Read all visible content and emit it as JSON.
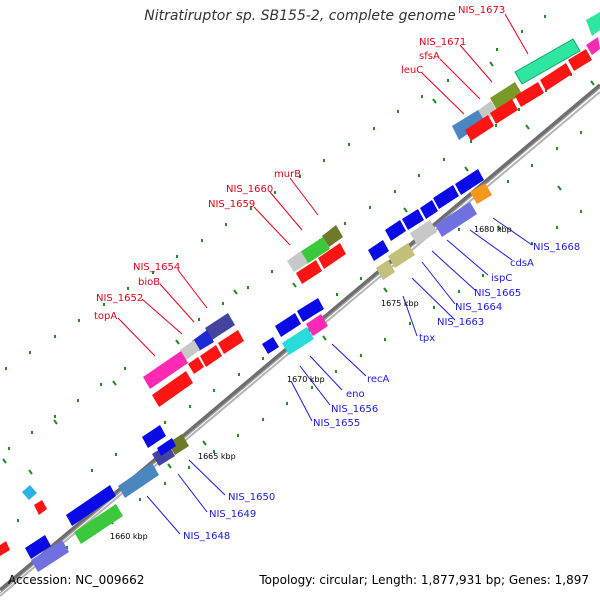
{
  "title": "Nitratiruptor sp. SB155-2, complete genome",
  "accession": "Accession: NC_009662",
  "summary": "Topology: circular; Length: 1,877,931 bp; Genes: 1,897",
  "scale_marks": [
    {
      "text": "1660 kbp",
      "color": "#000000"
    },
    {
      "text": "1665 kbp",
      "color": "#000000"
    },
    {
      "text": "1670 kbp",
      "color": "#000000"
    },
    {
      "text": "1675 kbp",
      "color": "#000000"
    },
    {
      "text": "1680 kbp",
      "color": "#000000"
    }
  ],
  "forward_labels": [
    {
      "text": "NIS_1673",
      "color": "#e4001a"
    },
    {
      "text": "NIS_1671",
      "color": "#e4001a"
    },
    {
      "text": "sfsA",
      "color": "#e4001a"
    },
    {
      "text": "leuC",
      "color": "#e4001a"
    },
    {
      "text": "murB",
      "color": "#e4001a"
    },
    {
      "text": "NIS_1660",
      "color": "#e4001a"
    },
    {
      "text": "NIS_1659",
      "color": "#e4001a"
    },
    {
      "text": "NIS_1654",
      "color": "#e4001a"
    },
    {
      "text": "bioB",
      "color": "#e4001a"
    },
    {
      "text": "NIS_1652",
      "color": "#e4001a"
    },
    {
      "text": "topA",
      "color": "#e4001a"
    }
  ],
  "reverse_labels": [
    {
      "text": "NIS_1668",
      "color": "#1a1adc"
    },
    {
      "text": "cdsA",
      "color": "#1a1adc"
    },
    {
      "text": "ispC",
      "color": "#1a1adc"
    },
    {
      "text": "NIS_1665",
      "color": "#1a1adc"
    },
    {
      "text": "NIS_1664",
      "color": "#1a1adc"
    },
    {
      "text": "NIS_1663",
      "color": "#1a1adc"
    },
    {
      "text": "tpx",
      "color": "#1a1adc"
    },
    {
      "text": "recA",
      "color": "#1a1adc"
    },
    {
      "text": "eno",
      "color": "#1a1adc"
    },
    {
      "text": "NIS_1656",
      "color": "#1a1adc"
    },
    {
      "text": "NIS_1655",
      "color": "#1a1adc"
    },
    {
      "text": "NIS_1650",
      "color": "#1a1adc"
    },
    {
      "text": "NIS_1649",
      "color": "#1a1adc"
    },
    {
      "text": "NIS_1648",
      "color": "#1a1adc"
    }
  ],
  "colors": {
    "backbone": "#808080",
    "forward_gene": "#ff1414",
    "reverse_gene": "#0a0ae6",
    "tick": "#228b22"
  }
}
